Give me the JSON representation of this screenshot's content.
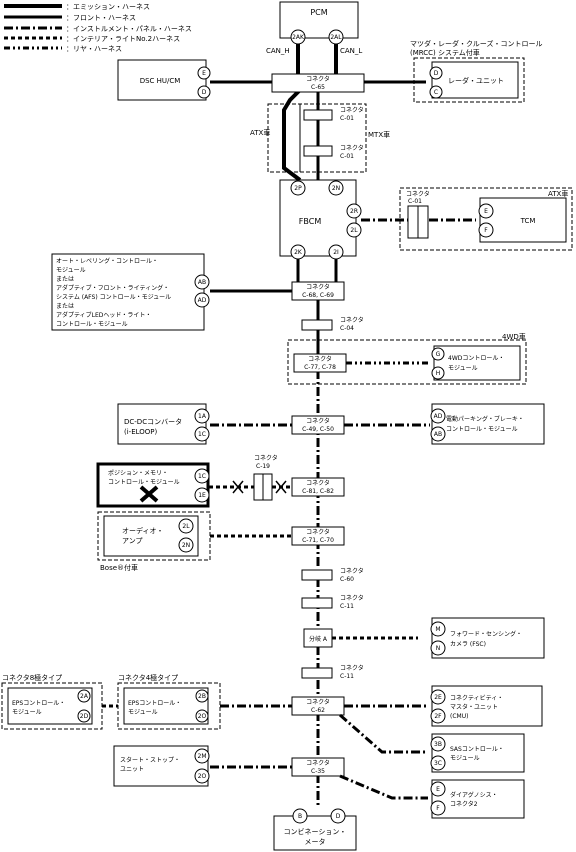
{
  "legend": [
    {
      "label": "：エミッション・ハーネス"
    },
    {
      "label": "：フロント・ハーネス"
    },
    {
      "label": "：インストルメント・パネル・ハーネス"
    },
    {
      "label": "：インテリア・ライトNo.2ハーネス"
    },
    {
      "label": "：リヤ・ハーネス"
    }
  ],
  "modules": {
    "pcm": "PCM",
    "dsc": "DSC HU/CM",
    "radar_title": [
      "マツダ・レーダ・クルーズ・コントロール",
      "(MRCC) システム付車"
    ],
    "radar": "レーダ・ユニット",
    "fbcm": "FBCM",
    "tcm": "TCM",
    "headlight": [
      "オート・レベリング・コントロール・",
      "モジュール",
      "または",
      "アダプティブ・フロント・ライティング・",
      "システム (AFS) コントロール・モジュール",
      "または",
      "アダプティブLEDヘッド・ライト・",
      "コントロール・モジュール"
    ],
    "awd": [
      "4WDコントロール・",
      "モジュール"
    ],
    "dcdc": [
      "DC-DCコンバータ",
      "(i-ELOOP)"
    ],
    "epb": [
      "電動パーキング・ブレーキ・",
      "コントロール・モジュール"
    ],
    "memory": [
      "ポジション・メモリ・",
      "コントロール・モジュール"
    ],
    "audio": [
      "オーディオ・",
      "アンプ"
    ],
    "camera": [
      "フォワード・センシング・",
      "カメラ (FSC)"
    ],
    "eps8": [
      "EPSコントロール・",
      "モジュール"
    ],
    "eps4": [
      "EPSコントロール・",
      "モジュール"
    ],
    "cmu": [
      "コネクティビティ・",
      "マスタ・ユニット",
      "(CMU)"
    ],
    "startstop": [
      "スタート・ストップ・",
      "ユニット"
    ],
    "sas": [
      "SASコントロール・",
      "モジュール"
    ],
    "diag": [
      "ダイアグノシス・",
      "コネクタ2"
    ],
    "combi": [
      "コンビネーション・",
      "メータ"
    ]
  },
  "labels": {
    "can_h": "CAN_H",
    "can_l": "CAN_L",
    "atx_left": "ATX車",
    "mtx_right": "MTX車",
    "atx_tcm": "ATX車",
    "wd4": "4WD車",
    "bose": "Bose®付車",
    "eps8_group": "コネクタ8極タイプ",
    "eps4_group": "コネクタ4極タイプ",
    "branch": "分岐 A",
    "connector_word": "コネクタ"
  },
  "connectors": {
    "c65": "C-65",
    "c01a": "C-01",
    "c01b": "C-01",
    "c01c": "C-01",
    "c19": "C-19",
    "c68": "C-68, C-69",
    "c04": "C-04",
    "c77": "C-77, C-78",
    "c49": "C-49, C-50",
    "c81": "C-81, C-82",
    "c71": "C-71, C-70",
    "c60": "C-60",
    "c11a": "C-11",
    "c11b": "C-11",
    "c62": "C-62",
    "c35": "C-35"
  },
  "pins": {
    "pcm_h": "2AK",
    "pcm_l": "2AL",
    "dsc_h": "E",
    "dsc_l": "D",
    "radar_h": "D",
    "radar_l": "C",
    "fbcm_in_h": "2P",
    "fbcm_in_l": "2N",
    "fbcm_t_h": "2R",
    "fbcm_t_l": "2L",
    "fbcm_out_h": "2K",
    "fbcm_out_l": "2I",
    "tcm_h": "E",
    "tcm_l": "F",
    "hl_h": "AB",
    "hl_l": "AD",
    "awd_h": "G",
    "awd_l": "H",
    "dcdc_h": "1A",
    "dcdc_l": "1C",
    "epb_h": "AD",
    "epb_l": "AB",
    "mem_h": "1C",
    "mem_l": "1E",
    "aud_h": "2L",
    "aud_l": "2N",
    "cam_h": "M",
    "cam_l": "N",
    "eps8_h": "2A",
    "eps8_l": "2D",
    "eps4_h": "2B",
    "eps4_l": "2O",
    "cmu_h": "2E",
    "cmu_l": "2F",
    "ss_h": "2M",
    "ss_l": "2O",
    "sas_h": "3B",
    "sas_l": "3C",
    "diag_h": "E",
    "diag_l": "F",
    "cm_h": "B",
    "cm_l": "D"
  },
  "colors": {
    "line": "#000000",
    "background": "#ffffff"
  }
}
